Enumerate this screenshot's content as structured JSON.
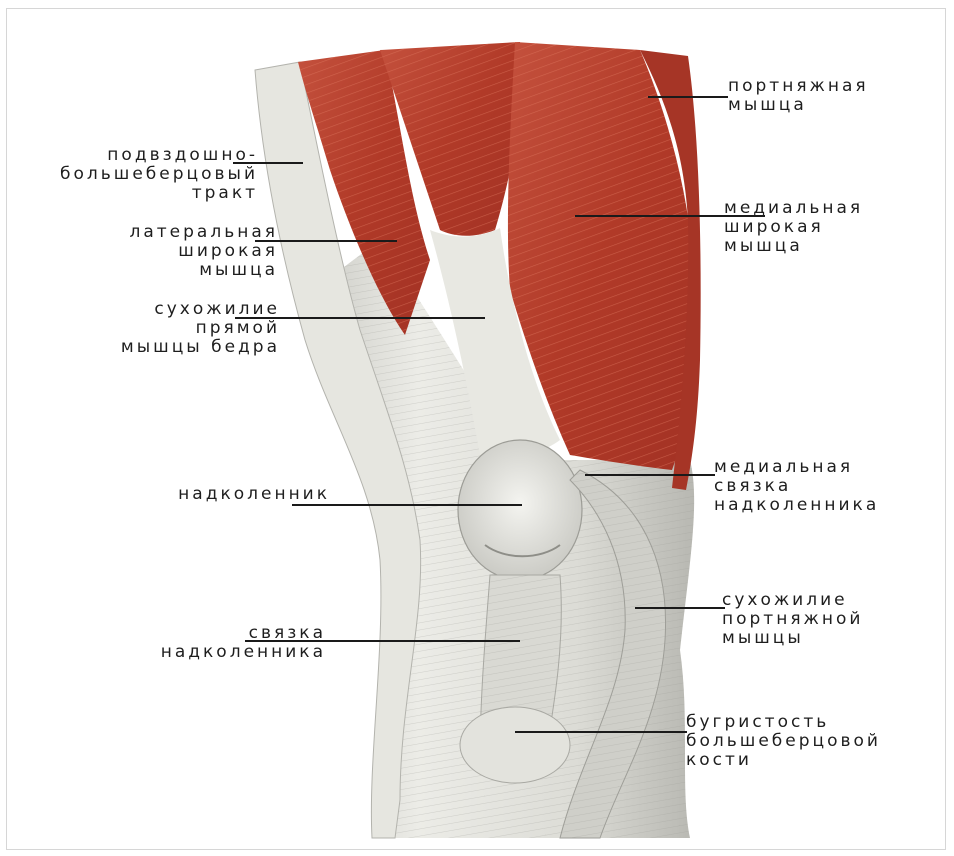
{
  "labels": {
    "portnyazhnaya": [
      "портняжная",
      "мышца"
    ],
    "podvzdoshno": [
      "подвздошно-",
      "большеберцовый",
      "тракт"
    ],
    "medialnaya_shirokaya": [
      "медиальная",
      "широкая",
      "мышца"
    ],
    "lateralnaya_shirokaya": [
      "латеральная",
      "широкая",
      "мышца"
    ],
    "suhozhilie_pryamoy": [
      "сухожилие",
      "прямой",
      "мышцы бедра"
    ],
    "medialnaya_svyazka": [
      "медиальная",
      "связка",
      "надколенника"
    ],
    "nadkolennik": [
      "надколенник"
    ],
    "suhozhilie_portnyazhnoy": [
      "сухожилие",
      "портняжной",
      "мышцы"
    ],
    "svyazka_nadkolennika": [
      "связка",
      "надколенника"
    ],
    "bugristost": [
      "бугристость",
      "большеберцовой",
      "кости"
    ]
  },
  "colors": {
    "muscle": "#b8402e",
    "muscle_dark": "#8e2a1d",
    "tendon": "#e2e2dc",
    "tendon_shadow": "#a9a9a3",
    "label": "#1e1e1e"
  }
}
